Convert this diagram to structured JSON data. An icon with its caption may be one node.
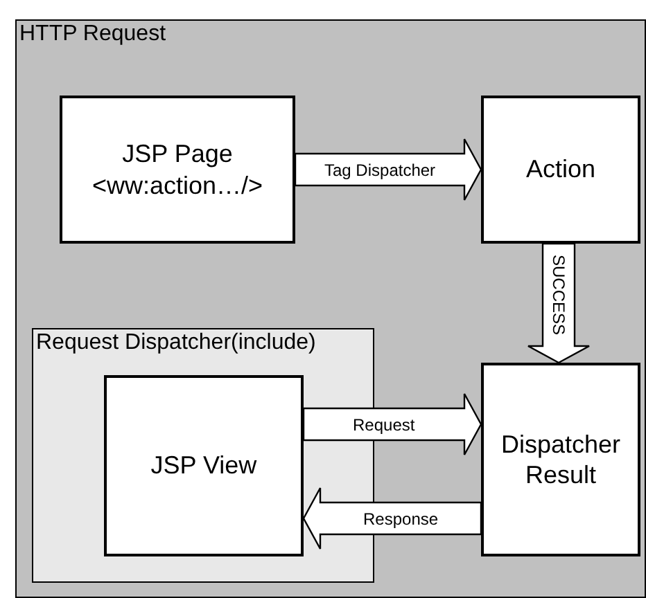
{
  "diagram": {
    "nodes": [
      {
        "text": [
          "HTTP Request"
        ]
      },
      {
        "text": [
          "JSP Page <ww:action…/>"
        ],
        "in": 0
      },
      {
        "text": [
          "Action"
        ],
        "in": 0
      },
      {
        "text": [
          "Request Dispatcher(include)"
        ],
        "in": 0
      },
      {
        "text": [
          "JSP View"
        ],
        "in": 3
      },
      {
        "text": [
          "Dispatcher Result"
        ],
        "in": 0
      }
    ],
    "edges": [
      {
        "from": 1,
        "to": 2,
        "arrow": "to",
        "label": "Tag Dispatcher"
      },
      {
        "from": 2,
        "to": 5,
        "arrow": "to",
        "label": "SUCCESS"
      },
      {
        "from": 4,
        "to": 5,
        "arrow": "to",
        "label": "Request"
      },
      {
        "from": 5,
        "to": 4,
        "arrow": "to",
        "label": "Response"
      }
    ]
  }
}
